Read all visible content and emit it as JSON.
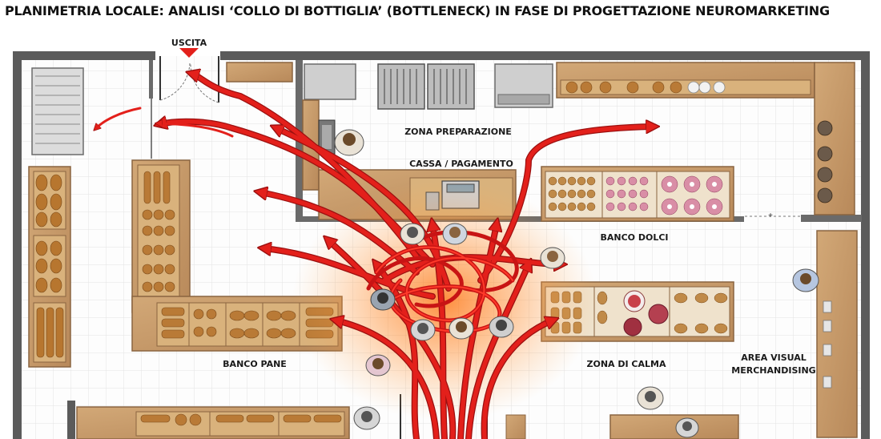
{
  "title": "PLANIMETRIA LOCALE: ANALISI ‘COLLO DI BOTTIGLIA’ (BOTTLENECK) IN FASE DI PROGETTAZIONE NEUROMARKETING",
  "labels": {
    "uscita": "USCITA",
    "zona_preparazione": "ZONA PREPARAZIONE",
    "cassa": "CASSA / PAGAMENTO",
    "banco_dolci": "BANCO DOLCI",
    "banco_pane": "BANCO PANE",
    "zona_calma": "ZONA DI CALMA",
    "area_visual_1": "AREA VISUAL",
    "area_visual_2": "MERCHANDISING"
  },
  "colors": {
    "wall": "#5b5b5b",
    "floor": "#fdfdfd",
    "grid": "#e3e3e3",
    "wood": "#c49a6c",
    "wood_dark": "#8a6440",
    "arrow": "#e3201b",
    "arrow_dark": "#9c1010",
    "heat": "#ff7a1a"
  }
}
